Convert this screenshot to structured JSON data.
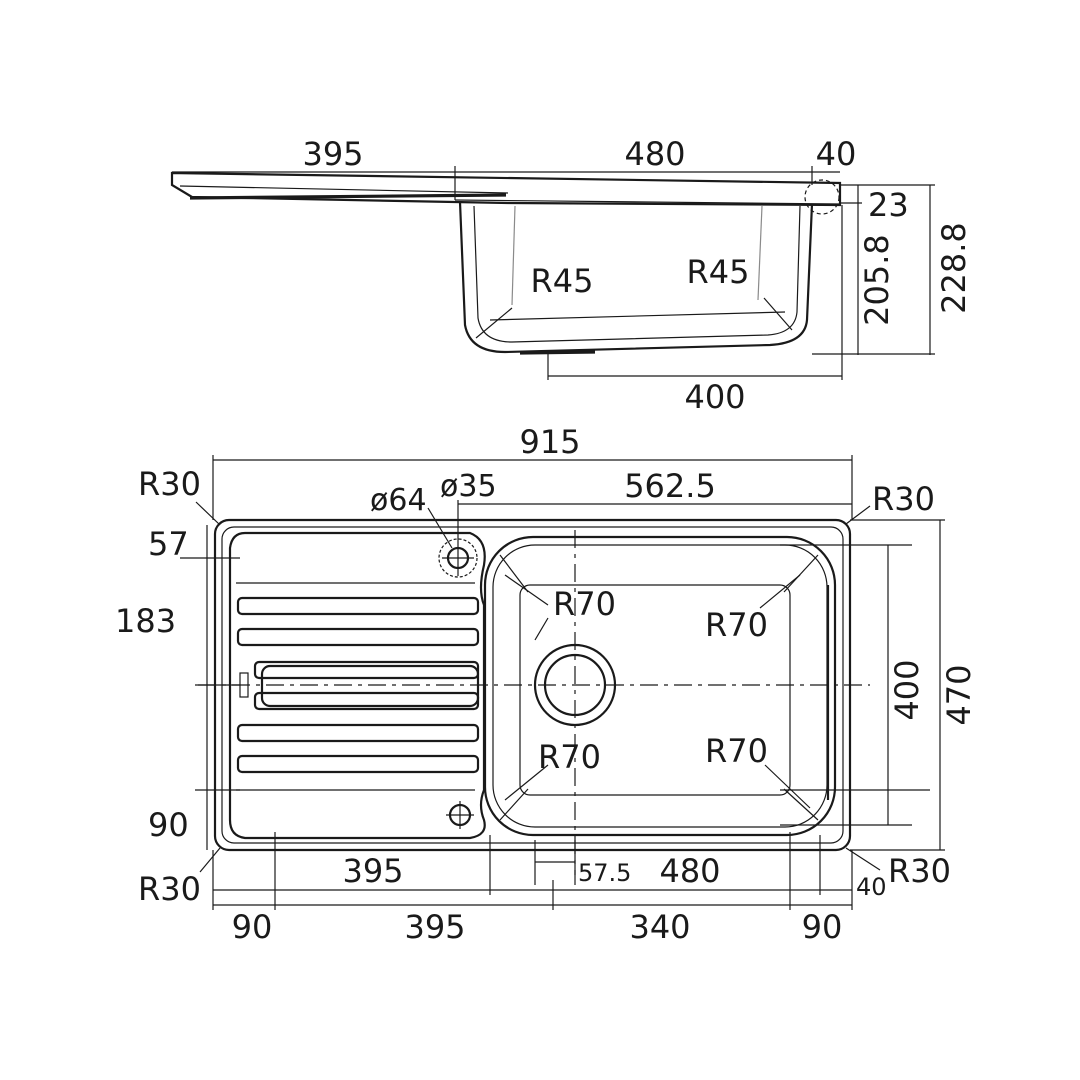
{
  "side_view": {
    "dims": {
      "drainer": "395",
      "bowl": "480",
      "rim": "40",
      "rim_depth": "23",
      "bowl_depth": "205.8",
      "total_depth": "228.8",
      "bottom": "400"
    },
    "radii": {
      "left": "R45",
      "right": "R45"
    }
  },
  "top_view": {
    "dims": {
      "overall_width": "915",
      "tap_hole_large": "ø64",
      "tap_hole_small": "ø35",
      "tap_offset": "562.5",
      "top_margin": "57",
      "drainer_height": "183",
      "bottom_margin": "90",
      "bowl_height": "400",
      "overall_depth": "470",
      "drainer_width_inner": "395",
      "waste_offset": "57.5",
      "bowl_width_inner": "480",
      "rim_right": "40",
      "left_edge": "90",
      "drainer_width_outer": "395",
      "bowl_cutout": "340",
      "right_edge": "90"
    },
    "corner_radii": {
      "top_left": "R30",
      "top_right": "R30",
      "bottom_left": "R30",
      "bottom_right": "R30"
    },
    "bowl_radii": {
      "top_left": "R70",
      "top_right": "R70",
      "bottom_left": "R70",
      "bottom_right": "R70"
    }
  }
}
